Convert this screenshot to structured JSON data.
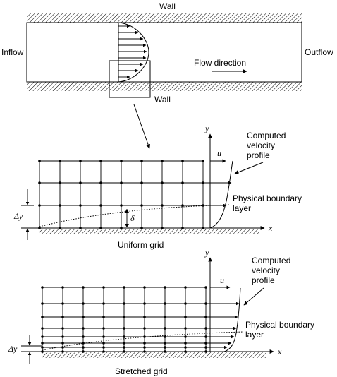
{
  "top": {
    "wall_top": "Wall",
    "wall_bottom": "Wall",
    "inflow": "Inflow",
    "outflow": "Outflow",
    "flow_direction": "Flow direction"
  },
  "uniform": {
    "axis_y": "y",
    "axis_x": "x",
    "axis_u": "u",
    "computed_line1": "Computed",
    "computed_line2": "velocity",
    "computed_line3": "profile",
    "boundary_line1": "Physical boundary",
    "boundary_line2": "layer",
    "delta_y": "Δy",
    "delta": "δ",
    "caption": "Uniform grid"
  },
  "stretched": {
    "axis_y": "y",
    "axis_x": "x",
    "axis_u": "u",
    "computed_line1": "Computed",
    "computed_line2": "velocity",
    "computed_line3": "profile",
    "boundary_line1": "Physical boundary",
    "boundary_line2": "layer",
    "delta_y": "Δy",
    "caption": "Stretched grid"
  }
}
